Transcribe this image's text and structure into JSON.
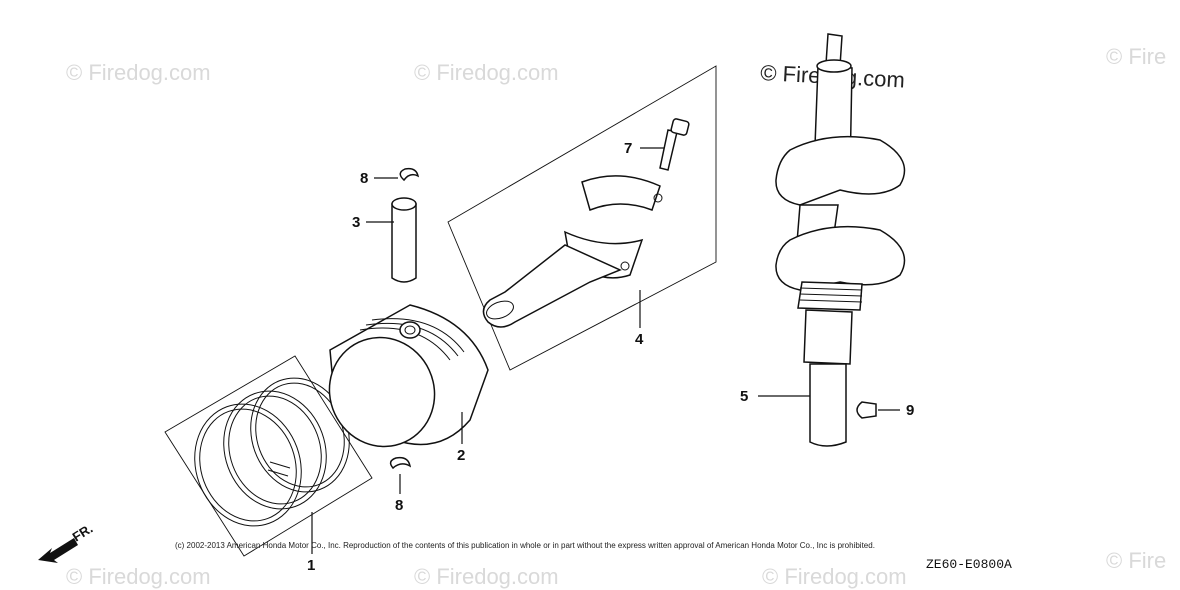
{
  "watermark": "© Firedog.com",
  "watermark_partial": "© Fire",
  "callouts": {
    "ring_set": "1",
    "piston": "2",
    "piston_pin": "3",
    "connecting_rod": "4",
    "crankshaft": "5",
    "rod_bolt": "7",
    "pin_clip_top": "8",
    "pin_clip_bottom": "8",
    "woodruff_key": "9"
  },
  "front_indicator": "FR.",
  "copyright": "(c) 2002-2013 American Honda Motor Co., Inc. Reproduction of the contents of this publication in whole or in part without the express written approval of American Honda Motor Co., Inc is prohibited.",
  "diagram_code": "ZE60-E0800A"
}
